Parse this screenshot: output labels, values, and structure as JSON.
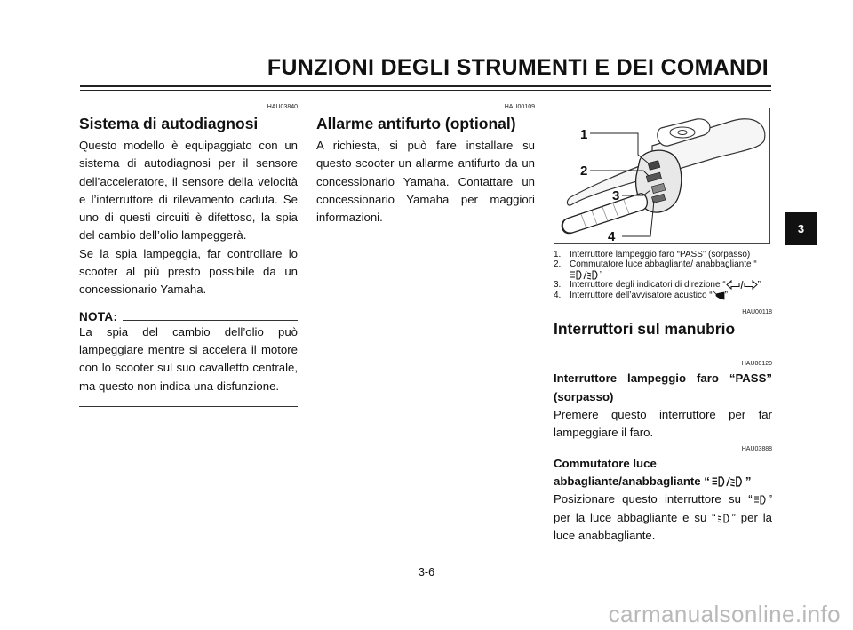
{
  "header": {
    "title": "FUNZIONI DEGLI STRUMENTI E DEI COMANDI"
  },
  "col1": {
    "code": "HAU03840",
    "heading": "Sistema di autodiagnosi",
    "para1": "Questo modello è equipaggiato con un sistema di autodiagnosi per il sensore dell’acceleratore, il sensore della velocità e l’interruttore di rilevamento caduta. Se uno di questi circuiti è difettoso, la spia del cambio dell’olio lampeggerà.",
    "para2": "Se la spia lampeggia, far controllare lo scooter al più presto possibile da un concessionario Yamaha.",
    "nota_label": "NOTA:",
    "nota_text": "La spia del cambio dell’olio può lampeggiare mentre si accelera il motore con lo scooter sul suo cavalletto centrale, ma questo non indica una disfunzione."
  },
  "col2": {
    "code": "HAU00109",
    "heading": "Allarme antifurto (optional)",
    "para": "A richiesta, si può fare installare su questo scooter un allarme antifurto da un concessionario Yamaha. Contattare un concessionario Yamaha per maggiori informazioni."
  },
  "col3": {
    "figure_labels": [
      "1",
      "2",
      "3",
      "4"
    ],
    "captions": [
      {
        "num": "1.",
        "text": "Interruttore lampeggio faro “PASS” (sorpasso)"
      },
      {
        "num": "2.",
        "text_before": "Commutatore luce abbagliante/ anabbagliante “",
        "text_after": "”"
      },
      {
        "num": "3.",
        "text_before": "Interruttore degli indicatori di direzione “",
        "text_after": "”"
      },
      {
        "num": "4.",
        "text_before": "Interruttore dell’avvisatore acustico “",
        "text_after": "”"
      }
    ],
    "code1": "HAU00118",
    "heading": "Interruttori sul manubrio",
    "code2": "HAU00120",
    "sub1_title": "Interruttore lampeggio faro “PASS” (sorpasso)",
    "sub1_text": "Premere questo interruttore per far lampeggiare il faro.",
    "code3": "HAU03888",
    "sub2_title_before": "Commutatore luce abbagliante/anabbagliante “",
    "sub2_title_after": "”",
    "sub2_text_1": "Posizionare questo interruttore su “",
    "sub2_text_2": "” per la luce abbagliante e su “",
    "sub2_text_3": "” per la luce anabbagliante."
  },
  "side_tab": "3",
  "page_number": "3-6",
  "watermark": "carmanualsonline.info"
}
